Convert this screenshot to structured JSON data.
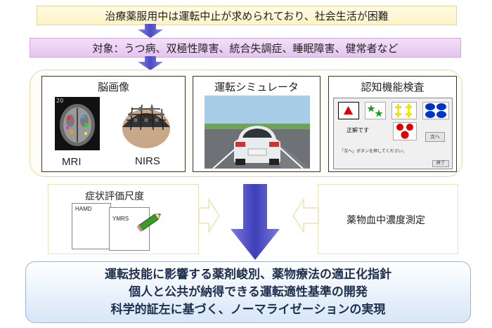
{
  "top_banner": "治療薬服用中は運転中止が求められており、社会生活が困難",
  "target_banner": "対象：うつ病、双極性障害、統合失調症、睡眠障害、健常者など",
  "brain_imaging": {
    "title": "脳画像",
    "mri_label": "MRI",
    "nirs_label": "NIRS",
    "mri_corner": "20"
  },
  "simulator": {
    "title": "運転シミュレータ"
  },
  "cognitive": {
    "title": "認知機能検査",
    "correct_text": "正解です",
    "next_button": "次へ",
    "instruction": "「次へ」ボタンを押してください。",
    "ok_button": "終了"
  },
  "scales": {
    "title": "症状評価尺度",
    "hamd": "HAMD",
    "ymrs": "YMRS"
  },
  "drug_level": "薬物血中濃度測定",
  "results": [
    "運転技能に影響する薬剤峻別、薬物療法の適正化指針",
    "個人と公共が納得できる運転適性基準の開発",
    "科学的証左に基づく、ノーマライゼーションの実現"
  ],
  "colors": {
    "arrow": "#5f5fcf",
    "card_red": "#e00000",
    "card_green": "#1a9a1a",
    "card_yellow": "#f2e600",
    "card_blue": "#0033cc"
  }
}
